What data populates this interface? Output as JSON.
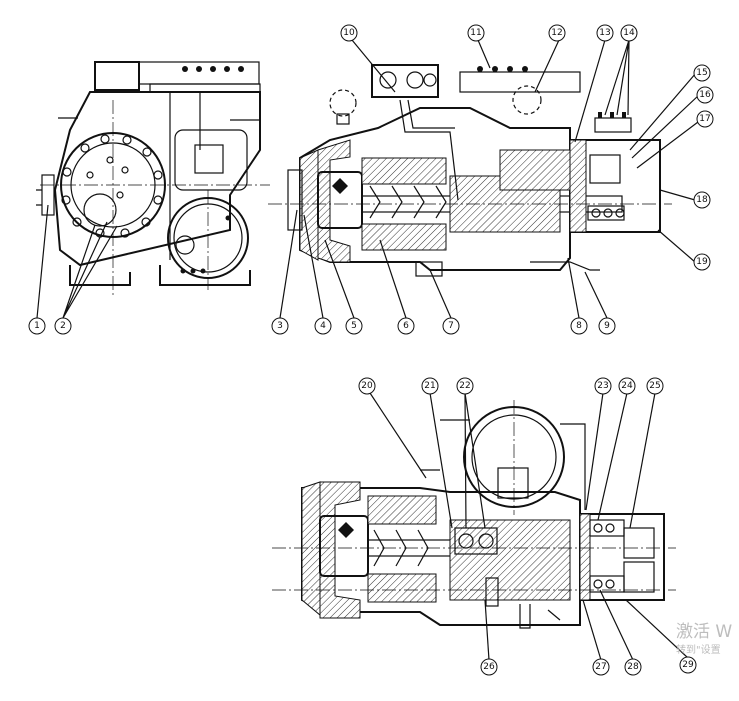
{
  "callouts": [
    "1",
    "2",
    "3",
    "4",
    "5",
    "6",
    "7",
    "8",
    "9",
    "10",
    "11",
    "12",
    "13",
    "14",
    "15",
    "16",
    "17",
    "18",
    "19",
    "20",
    "21",
    "22",
    "23",
    "24",
    "25",
    "26",
    "27",
    "28",
    "29"
  ],
  "watermark": {
    "line1": "激活 W",
    "line2": "转到\"设置"
  }
}
